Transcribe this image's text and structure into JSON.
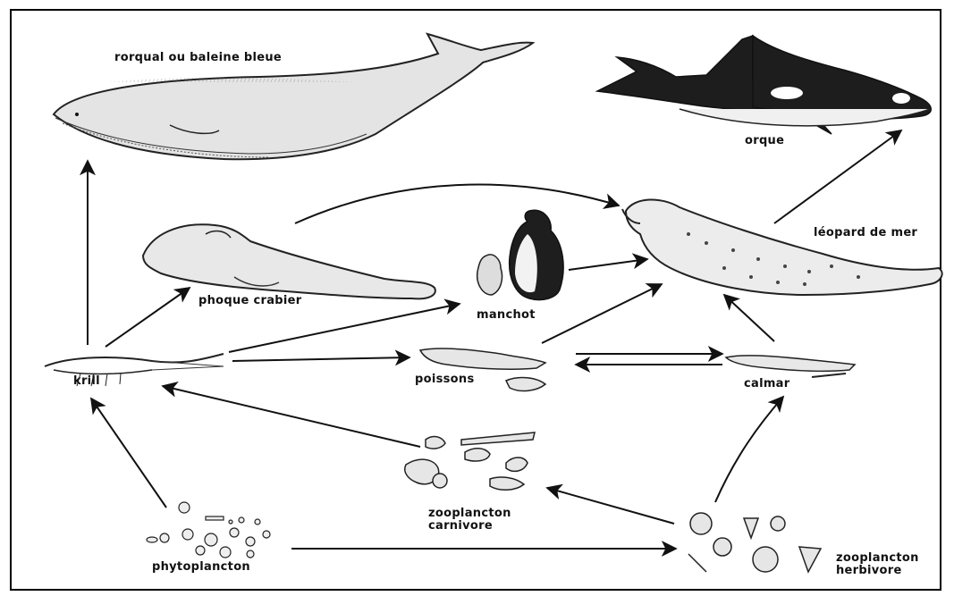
{
  "labels": {
    "blue_whale": "rorqual ou baleine bleue",
    "orca": "orque",
    "leopard_seal": "léopard de mer",
    "crabeater_seal": "phoque crabier",
    "penguin": "manchot",
    "krill": "krill",
    "fish": "poissons",
    "squid": "calmar",
    "zoo_carn_1": "zooplancton",
    "zoo_carn_2": "carnivore",
    "zoo_herb_1": "zooplancton",
    "zoo_herb_2": "herbivore",
    "phyto": "phytoplancton"
  },
  "edges": [
    {
      "from": "krill",
      "to": "rorqual ou baleine bleue"
    },
    {
      "from": "krill",
      "to": "phoque crabier"
    },
    {
      "from": "krill",
      "to": "manchot"
    },
    {
      "from": "krill",
      "to": "poissons"
    },
    {
      "from": "phoque crabier",
      "to": "léopard de mer"
    },
    {
      "from": "manchot",
      "to": "léopard de mer"
    },
    {
      "from": "poissons",
      "to": "léopard de mer"
    },
    {
      "from": "calmar",
      "to": "léopard de mer"
    },
    {
      "from": "léopard de mer",
      "to": "orque"
    },
    {
      "from": "poissons",
      "to": "calmar"
    },
    {
      "from": "calmar",
      "to": "poissons"
    },
    {
      "from": "zooplancton carnivore",
      "to": "krill"
    },
    {
      "from": "phytoplancton",
      "to": "krill"
    },
    {
      "from": "phytoplancton",
      "to": "zooplancton herbivore"
    },
    {
      "from": "zooplancton herbivore",
      "to": "zooplancton carnivore"
    },
    {
      "from": "zooplancton herbivore",
      "to": "calmar"
    }
  ]
}
